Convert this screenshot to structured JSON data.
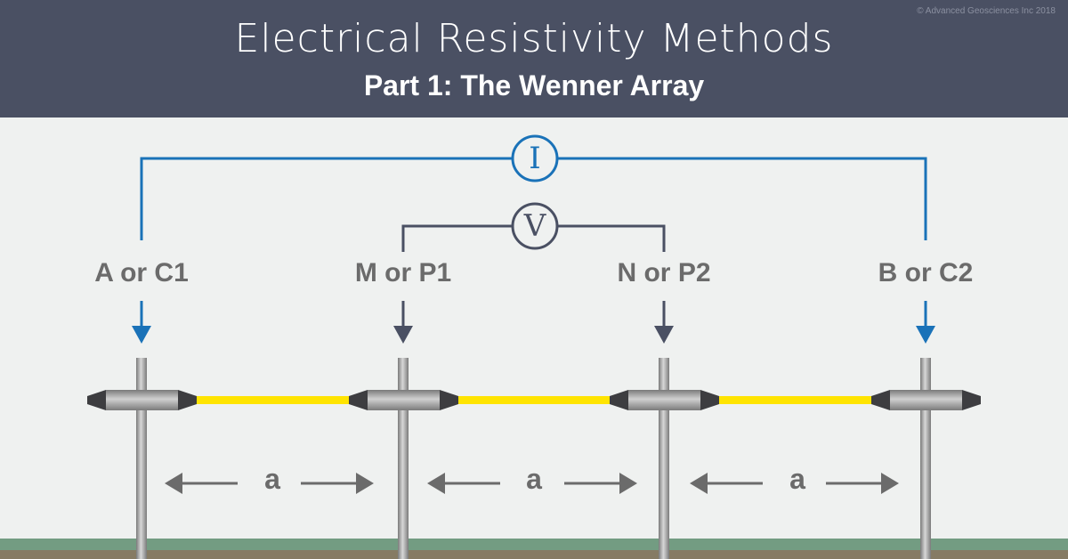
{
  "header": {
    "title": "Electrical Resistivity Methods",
    "subtitle": "Part 1: The Wenner Array",
    "copyright": "© Advanced Geosciences Inc 2018"
  },
  "meters": {
    "current": "I",
    "voltage": "V"
  },
  "electrodes": [
    {
      "label": "A or C1",
      "color": "#1a72b8"
    },
    {
      "label": "M or P1",
      "color": "#4a5063"
    },
    {
      "label": "N or P2",
      "color": "#4a5063"
    },
    {
      "label": "B or C2",
      "color": "#1a72b8"
    }
  ],
  "spacing": [
    "a",
    "a",
    "a"
  ],
  "colors": {
    "current": "#1a72b8",
    "voltage": "#4a5063",
    "cable": "#ffe400",
    "grass": "#739c82",
    "soil": "#867b64"
  }
}
